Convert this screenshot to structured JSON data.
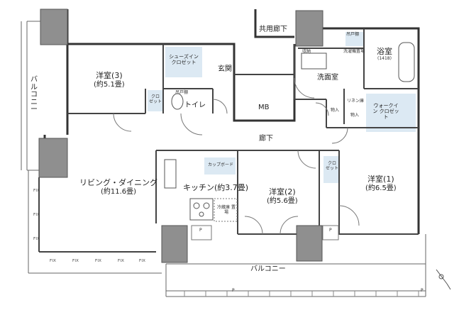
{
  "rooms": {
    "western_3": {
      "name": "洋室(3)",
      "size": "(約5.1畳)"
    },
    "western_2": {
      "name": "洋室(2)",
      "size": "(約5.6畳)"
    },
    "western_1": {
      "name": "洋室(1)",
      "size": "(約6.5畳)"
    },
    "living": {
      "name": "リビング・ダイニング",
      "size": "(約11.6畳)"
    },
    "kitchen": {
      "name": "キッチン(約3.7畳)"
    },
    "bath": {
      "name": "浴室",
      "size": "(1418)"
    }
  },
  "labels": {
    "common_corridor": "共用廊下",
    "entrance": "玄関",
    "shoes_closet": "シューズイン クロゼット",
    "toilet": "トイレ",
    "top_cabinet": "吊戸棚",
    "closet": "クロ ゼット",
    "mb": "MB",
    "hallway": "廊下",
    "washroom": "洗面室",
    "linen_shelf": "リネン庫",
    "storage": "物入",
    "walkin_closet": "ウォークイン クロゼット",
    "laundry_pan": "洗濯機置場",
    "clothes_storage": "収納",
    "cupboard": "カップボード",
    "fridge_space": "冷蔵庫 置場",
    "pipe_space": "P",
    "balcony": "バルコニー",
    "fix": "FIX"
  }
}
